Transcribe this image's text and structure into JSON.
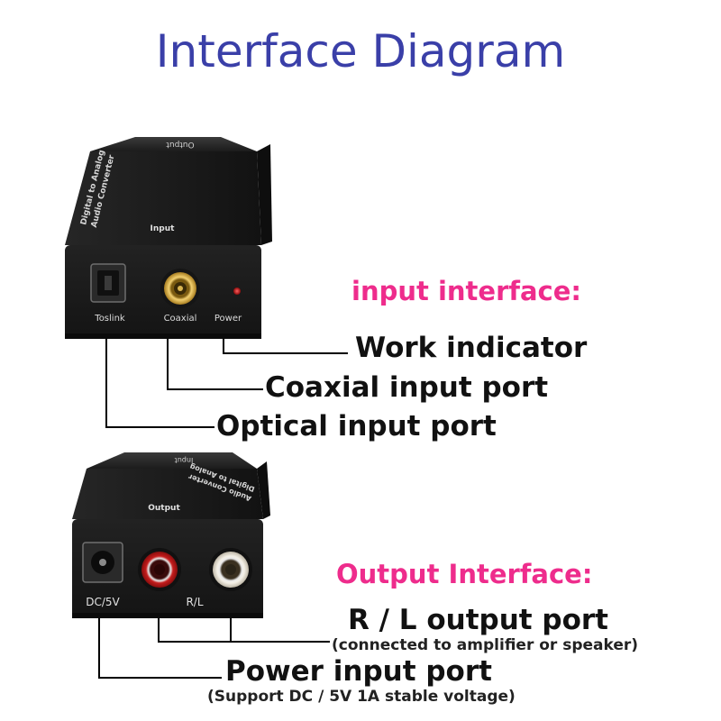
{
  "title": "Interface Diagram",
  "device_top": {
    "top_label": "Output",
    "side_label_line1": "Digital to Analog",
    "side_label_line2": "Audio Converter",
    "front_label": "Input",
    "ports": [
      "Toslink",
      "Coaxial",
      "Power"
    ]
  },
  "input_section": {
    "heading": "input interface:",
    "callouts": [
      "Work indicator",
      "Coaxial input port",
      "Optical input port"
    ]
  },
  "device_bottom": {
    "top_label": "Input",
    "side_label_line1": "Digital to Analog",
    "side_label_line2": "Audio Converter",
    "front_label": "Output",
    "ports": [
      "DC/5V",
      "R/L"
    ]
  },
  "output_section": {
    "heading": "Output Interface:",
    "rl_port": "R / L output port",
    "rl_note": "(connected to amplifier or speaker)",
    "power_port": "Power input port",
    "power_note": "(Support DC / 5V 1A stable voltage)"
  },
  "colors": {
    "title": "#3a3fa8",
    "heading": "#ee2c8c",
    "device_body": "#1b1b1b",
    "indicator": "#d4161b",
    "gold": "#c8a23a"
  }
}
